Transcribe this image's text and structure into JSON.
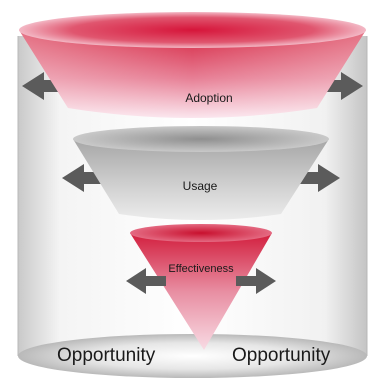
{
  "stages": [
    {
      "label": "Adoption"
    },
    {
      "label": "Usage"
    },
    {
      "label": "Effectiveness"
    }
  ],
  "opportunity": {
    "left_label": "Opportunity",
    "right_label": "Opportunity"
  },
  "colors": {
    "red": "#d2233f",
    "pink": "#f7d6e0",
    "gray": "#a8a8a8",
    "arrow": "#5b5b5b",
    "cylinder_edge": "#b8b8b8"
  }
}
